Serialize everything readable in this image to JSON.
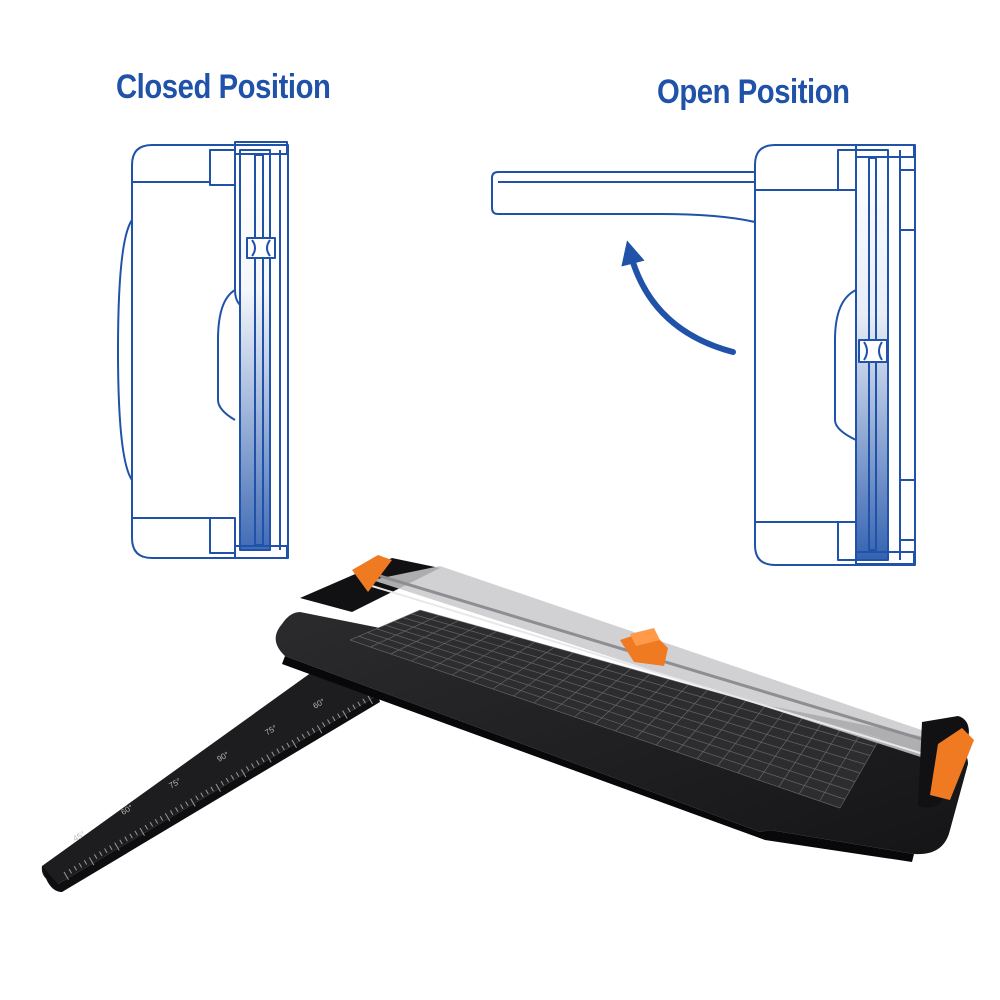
{
  "closed_title": "Closed Position",
  "open_title": "Open Position",
  "colors": {
    "outline": "#1f52a8",
    "accent_orange": "#f07a22",
    "body_black": "#1c1c1e",
    "background": "#ffffff"
  },
  "ruler_arm_marks": [
    "45°",
    "60°",
    "75°",
    "90°",
    "75°",
    "60°"
  ]
}
